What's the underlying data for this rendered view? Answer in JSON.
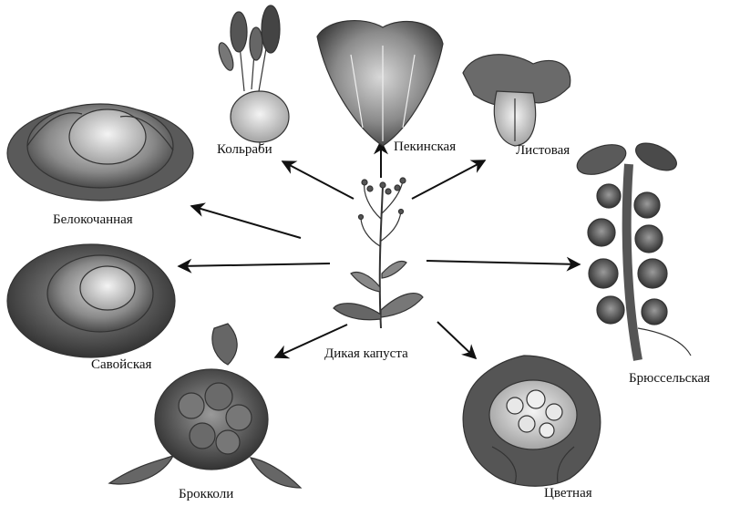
{
  "center": {
    "label": "Дикая капуста",
    "icon": "wild-cabbage-plant-icon"
  },
  "varieties": [
    {
      "key": "kohlrabi",
      "label": "Кольраби",
      "icon": "kohlrabi-icon"
    },
    {
      "key": "pekinese",
      "label": "Пекинская",
      "icon": "napa-cabbage-icon"
    },
    {
      "key": "leaf",
      "label": "Листовая",
      "icon": "bok-choy-icon"
    },
    {
      "key": "white",
      "label": "Белокочанная",
      "icon": "white-cabbage-icon"
    },
    {
      "key": "savoy",
      "label": "Савойская",
      "icon": "savoy-cabbage-icon"
    },
    {
      "key": "brussels",
      "label": "Брюссельская",
      "icon": "brussels-sprouts-icon"
    },
    {
      "key": "broccoli",
      "label": "Брокколи",
      "icon": "broccoli-icon"
    },
    {
      "key": "cauliflower",
      "label": "Цветная",
      "icon": "cauliflower-icon"
    }
  ]
}
